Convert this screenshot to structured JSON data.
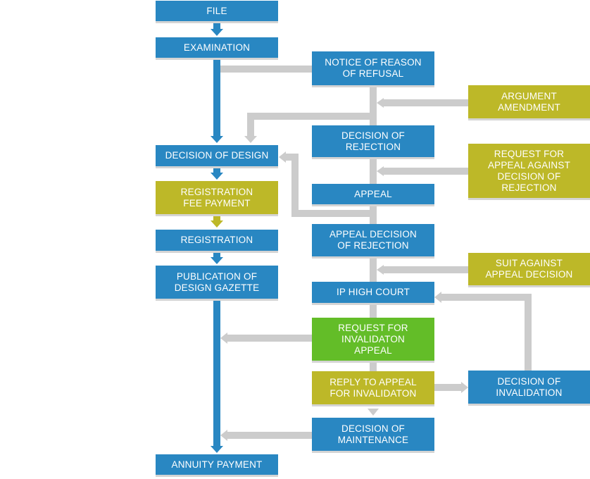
{
  "nodes": {
    "file": "FILE",
    "examination": "EXAMINATION",
    "decision_of_design": "DECISION OF DESIGN",
    "registration_fee_payment": "REGISTRATION\nFEE PAYMENT",
    "registration": "REGISTRATION",
    "publication_of_design_gazette": "PUBLICATION OF\nDESIGN GAZETTE",
    "annuity_payment": "ANNUITY PAYMENT",
    "notice_of_reason_of_refusal": "NOTICE OF REASON\nOF REFUSAL",
    "decision_of_rejection": "DECISION OF\nREJECTION",
    "appeal": "APPEAL",
    "appeal_decision_of_rejection": "APPEAL DECISION\nOF REJECTION",
    "ip_high_court": "IP HIGH COURT",
    "request_for_invalidation_appeal": "REQUEST FOR\nINVALIDATON\nAPPEAL",
    "reply_to_appeal_for_invalidation": "REPLY TO APPEAL\nFOR INVALIDATON",
    "decision_of_maintenance": "DECISION OF\nMAINTENANCE",
    "argument_amendment": "ARGUMENT\nAMENDMENT",
    "request_for_appeal_against_decision_of_rejection": "REQUEST FOR\nAPPEAL AGAINST\nDECISION OF\nREJECTION",
    "suit_against_appeal_decision": "SUIT AGAINST\nAPPEAL DECISION",
    "decision_of_invalidation": "DECISION OF\nINVALIDATION"
  },
  "colors": {
    "blue": "#2987c2",
    "olive": "#bdb828",
    "green": "#63bd28",
    "main_flow_arrow": "#2987c2",
    "side_flow_arrow": "#cccccc"
  }
}
